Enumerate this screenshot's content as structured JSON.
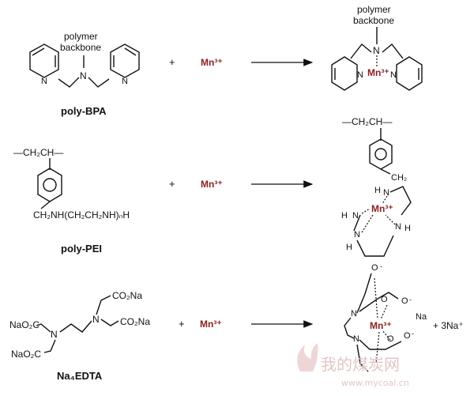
{
  "reactions": [
    {
      "ligand_label": "poly-BPA",
      "ligand_text": [
        "polymer",
        "backbone"
      ],
      "plus": "+",
      "metal": "Mn³⁺",
      "product_text": [
        "polymer",
        "backbone"
      ],
      "product_metal": "Mn³⁺"
    },
    {
      "ligand_label": "poly-PEI",
      "ligand_chain": "—CH₂CH—",
      "ligand_amine": "CH₂NH(CH₂CH₂NH)ₙH",
      "plus": "+",
      "metal": "Mn³⁺",
      "product_chain": "—CH₂CH—",
      "product_ch2": "CH₂",
      "product_metal": "Mn³⁺"
    },
    {
      "ligand_label": "Na₄EDTA",
      "ligand_groups": [
        "CO₂Na",
        "CO₂Na",
        "NaO₂C",
        "NaO₂C"
      ],
      "plus": "+",
      "metal": "Mn³⁺",
      "product_metal": "Mn³⁺",
      "product_na": "Na",
      "byproduct": "+ 3Na⁺"
    }
  ],
  "watermark": {
    "text": "我的煤炭网",
    "url": "www.mycoal.cn"
  }
}
